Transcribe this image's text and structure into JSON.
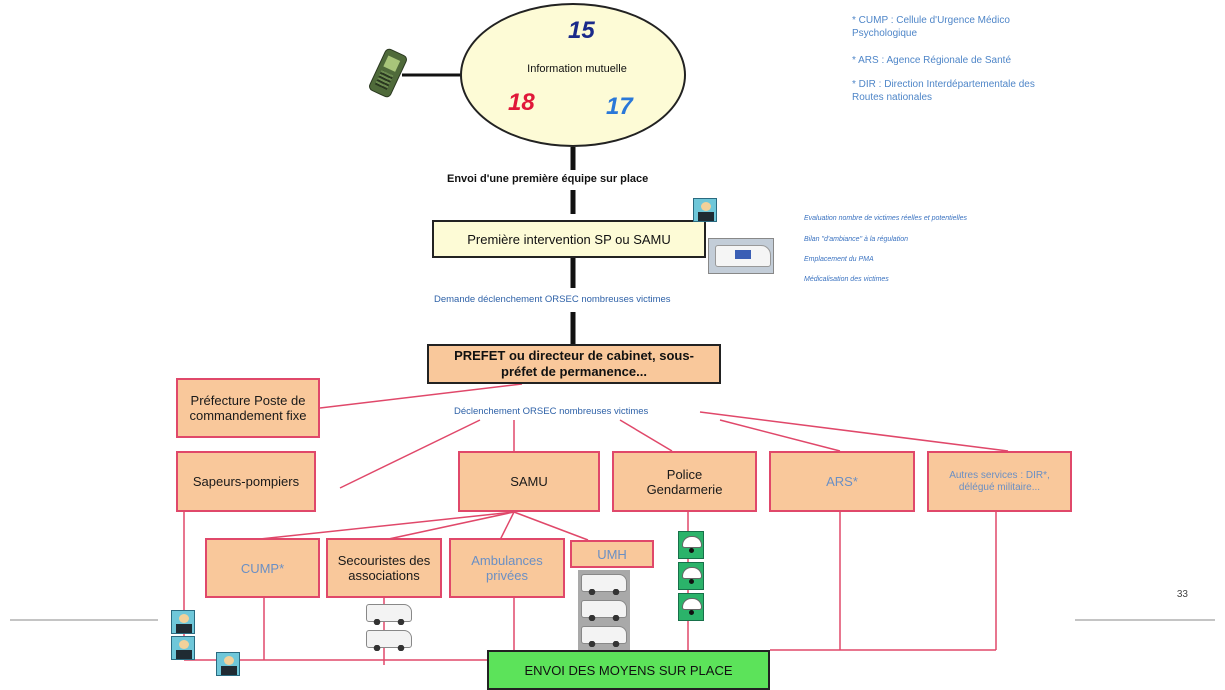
{
  "notes": {
    "cump": "* CUMP : Cellule d'Urgence Médico Psychologique",
    "ars": "* ARS : Agence Régionale de Santé",
    "dir": "* DIR : Direction Interdépartementale des Routes nationales"
  },
  "circle": {
    "label": "Information mutuelle",
    "num_top": "15",
    "num_left": "18",
    "num_right": "17"
  },
  "labels": {
    "envoi_premiere": "Envoi d'une première équipe sur place",
    "demande": "Demande déclenchement ORSEC nombreuses victimes",
    "declenchement": "Déclenchement ORSEC nombreuses victimes"
  },
  "boxes": {
    "premiere_intervention": "Première intervention SP ou SAMU",
    "prefet": "PREFET ou directeur de cabinet, sous-préfet de permanence...",
    "prefecture": "Préfecture Poste de commandement fixe",
    "sapeurs": "Sapeurs-pompiers",
    "samu": "SAMU",
    "police": "Police Gendarmerie",
    "ars": "ARS*",
    "autres": "Autres services : DIR*, délégué militaire...",
    "cump": "CUMP*",
    "secouristes": "Secouristes des associations",
    "ambulances": "Ambulances privées",
    "umh": "UMH",
    "envoi_moyens": "ENVOI DES MOYENS SUR PLACE"
  },
  "side_notes": [
    "Evaluation nombre de victimes réelles et potentielles",
    "Bilan \"d'ambiance\" à la régulation",
    "Emplacement du PMA",
    "Médicalisation des victimes"
  ],
  "page_number": "33",
  "colors": {
    "orange_fill": "#f9c89b",
    "pink_line": "#e0486a",
    "green_box": "#5ce35a",
    "note_blue": "#4f86c8"
  }
}
